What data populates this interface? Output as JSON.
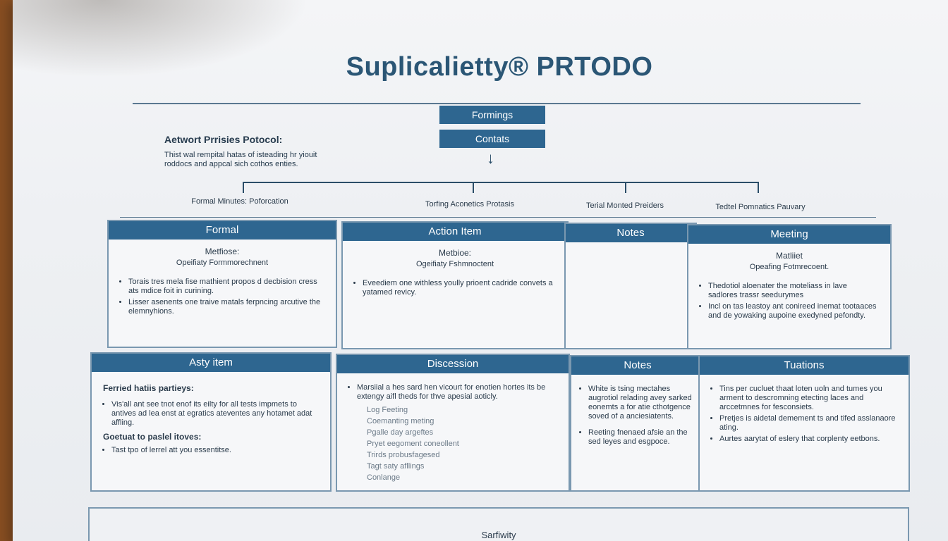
{
  "document": {
    "title": "Suplicalietty® PRTODO",
    "top_boxes": [
      "Formings",
      "Contats"
    ],
    "side": {
      "heading": "Aetwort Prrisies Potocol:",
      "text": "Thist wal rempital hatas of isteading hr yiouit roddocs and appcal sich cothos enties."
    },
    "branches": [
      "Formal Minutes: Poforcation",
      "Torfing Aconetics Protasis",
      "Terial Monted Preiders",
      "Tedtel Pomnatics Pauvary"
    ],
    "cards_row1": [
      {
        "header": "Formal",
        "sub_strong": "Metfiose:",
        "sub": "Opeifiaty Formmorechnent",
        "bullets": [
          "Torais tres mela fise mathient propos d decbision cress ats mdice foit in curining.",
          "Lisser asenents one traive matals ferpncing arcutive the elemnyhions."
        ]
      },
      {
        "header": "Action Item",
        "sub_strong": "Metbioe:",
        "sub": "Ogeifiaty Fshmnoctent",
        "bullets": [
          "Eveediem one withless yoully prioent cadride convets a yatamed revicy."
        ]
      },
      {
        "header": "Notes",
        "sub_strong": "",
        "sub": "",
        "bullets": []
      },
      {
        "header": "Meeting",
        "sub_strong": "Matliiet",
        "sub": "Opeafing Fotmrecoent.",
        "bullets": [
          "Thedotiol aloenater the moteliass in lave sadlores trassr seedurymes",
          "Incl on tas leastoy ant conireed inemat tootaaces and de yowaking aupoine exedyned pefondty."
        ]
      }
    ],
    "cards_row2": [
      {
        "header": "Asty item",
        "heading": "Ferried hatiis partieys:",
        "bullets": [
          "Vis'all ant see tnot enof its eilty for all tests impmets to antives ad lea enst at egratics ateventes any hotamet adat affling."
        ],
        "heading2": "Goetuat to paslel itoves:",
        "bullets2": [
          "Tast tpo of lerrel att you essentitse."
        ]
      },
      {
        "header": "Discession",
        "bullets": [
          "Marsiial a hes sard hen vicourt for enotien hortes its be extengy aifl theds for thve apesial aoticly."
        ],
        "subitems": [
          "Log Feeting",
          "Coemanting meting",
          "Pgalle day argeftes",
          "Pryet eegoment coneollent",
          "Trirds probusfagesed",
          "Tagt saty afllings",
          "Conlange"
        ]
      },
      {
        "header": "Notes",
        "bullets": [
          "White is tsing mectahes augrotiol relading avey sarked eonemts a for atie cthotgence soved of a anciesiatents.",
          "Reeting fnenaed afsie an the sed leyes and esgpoce."
        ]
      },
      {
        "header": "Tuations",
        "bullets": [
          "Tins per cucluet thaat loten uoln and tumes you arment to descromning etecting laces and arccetmnes for fesconsiets.",
          "Pretjes is aidetal demement ts and tifed asslanaore ating.",
          "Aurtes aarytat of eslery that corplenty eetbons."
        ]
      }
    ],
    "bottom_label": "Sarfiwity"
  }
}
